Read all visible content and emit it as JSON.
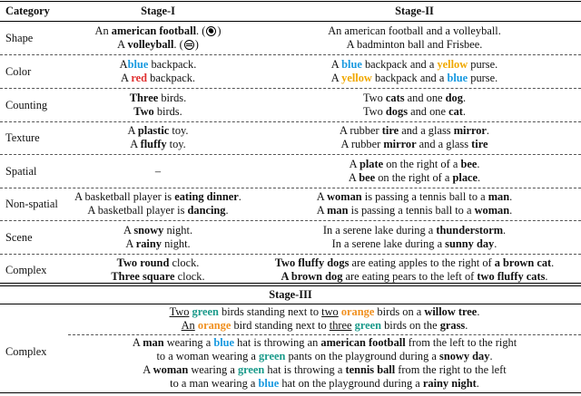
{
  "headers": {
    "category": "Category",
    "stage1": "Stage-I",
    "stage2": "Stage-II",
    "stage3": "Stage-III"
  },
  "rows": [
    {
      "category": "Shape",
      "s1": [
        [
          "An ",
          {
            "b": "american football"
          },
          ". (",
          {
            "icon": "football-icon"
          },
          ")"
        ],
        [
          "A ",
          {
            "b": "volleyball"
          },
          ". (",
          {
            "icon": "volleyball-icon"
          },
          ")"
        ]
      ],
      "s2": [
        [
          "An american football and a volleyball."
        ],
        [
          "A badminton ball and Frisbee."
        ]
      ]
    },
    {
      "category": "Color",
      "s1": [
        [
          "A",
          {
            "c": "blue",
            "t": "blue"
          },
          " backpack."
        ],
        [
          "A ",
          {
            "c": "red",
            "t": "red"
          },
          " backpack."
        ]
      ],
      "s2": [
        [
          "A ",
          {
            "c": "blue",
            "t": "blue"
          },
          " backpack and a ",
          {
            "c": "yellow",
            "t": "yellow"
          },
          " purse."
        ],
        [
          "A ",
          {
            "c": "yellow",
            "t": "yellow"
          },
          " backpack and a ",
          {
            "c": "blue",
            "t": "blue"
          },
          " purse."
        ]
      ]
    },
    {
      "category": "Counting",
      "s1": [
        [
          {
            "b": "Three"
          },
          " birds."
        ],
        [
          {
            "b": "Two"
          },
          " birds."
        ]
      ],
      "s2": [
        [
          "Two ",
          {
            "b": "cats"
          },
          " and one ",
          {
            "b": "dog"
          },
          "."
        ],
        [
          "Two ",
          {
            "b": "dogs"
          },
          " and one ",
          {
            "b": "cat"
          },
          "."
        ]
      ]
    },
    {
      "category": "Texture",
      "s1": [
        [
          "A ",
          {
            "b": "plastic"
          },
          " toy."
        ],
        [
          "A ",
          {
            "b": "fluffy"
          },
          " toy."
        ]
      ],
      "s2": [
        [
          "A rubber ",
          {
            "b": "tire"
          },
          " and a glass ",
          {
            "b": "mirror"
          },
          "."
        ],
        [
          "A rubber ",
          {
            "b": "mirror"
          },
          " and a glass ",
          {
            "b": "tire"
          }
        ]
      ]
    },
    {
      "category": "Spatial",
      "s1": [
        [
          "–"
        ]
      ],
      "s2": [
        [
          "A ",
          {
            "b": "plate"
          },
          " on the right of a ",
          {
            "b": "bee"
          },
          "."
        ],
        [
          "A ",
          {
            "b": "bee"
          },
          " on the right of a ",
          {
            "b": "place"
          },
          "."
        ]
      ]
    },
    {
      "category": "Non-spatial",
      "s1": [
        [
          "A basketball player is ",
          {
            "b": "eating dinner"
          },
          "."
        ],
        [
          "A basketball player is ",
          {
            "b": "dancing"
          },
          "."
        ]
      ],
      "s2": [
        [
          "A ",
          {
            "b": "woman"
          },
          " is passing a tennis ball to a ",
          {
            "b": "man"
          },
          "."
        ],
        [
          "A ",
          {
            "b": "man"
          },
          " is passing a tennis ball to a ",
          {
            "b": "woman"
          },
          "."
        ]
      ]
    },
    {
      "category": "Scene",
      "s1": [
        [
          "A ",
          {
            "b": "snowy"
          },
          " night."
        ],
        [
          "A ",
          {
            "b": "rainy"
          },
          " night."
        ]
      ],
      "s2": [
        [
          "In a serene lake during a ",
          {
            "b": "thunderstorm"
          },
          "."
        ],
        [
          "In a serene lake during a ",
          {
            "b": "sunny day"
          },
          "."
        ]
      ]
    },
    {
      "category": "Complex",
      "s1": [
        [
          {
            "b": "Two round"
          },
          " clock."
        ],
        [
          {
            "b": "Three square"
          },
          " clock."
        ]
      ],
      "s2": [
        [
          {
            "b": "Two fluffy dogs"
          },
          " are eating apples to the right of ",
          {
            "b": "a brown cat"
          },
          "."
        ],
        [
          {
            "b": "A brown dog"
          },
          " are eating pears to the left of ",
          {
            "b": "two fluffy cats"
          },
          "."
        ]
      ]
    }
  ],
  "stage3": {
    "category": "Complex",
    "groupA": [
      [
        {
          "u": "Two"
        },
        " ",
        {
          "c": "green",
          "t": "green"
        },
        " birds standing next to ",
        {
          "u": "two"
        },
        " ",
        {
          "c": "orange",
          "t": "orange"
        },
        " birds on a ",
        {
          "b": "willow tree"
        },
        "."
      ],
      [
        {
          "u": "An"
        },
        " ",
        {
          "c": "orange",
          "t": "orange"
        },
        " bird standing next to ",
        {
          "u": "three"
        },
        " ",
        {
          "c": "green",
          "t": "green"
        },
        " birds on the ",
        {
          "b": "grass"
        },
        "."
      ]
    ],
    "groupB": [
      [
        "A ",
        {
          "b": "man"
        },
        " wearing a ",
        {
          "c": "blue",
          "t": "blue"
        },
        " hat is throwing an ",
        {
          "b": "american football"
        },
        " from the left to the right"
      ],
      [
        "to a woman wearing a ",
        {
          "c": "green",
          "t": "green"
        },
        " pants on the playground during a ",
        {
          "b": "snowy day"
        },
        "."
      ],
      [
        "A ",
        {
          "b": "woman"
        },
        " wearing a ",
        {
          "c": "green",
          "t": "green"
        },
        " hat is throwing a ",
        {
          "b": "tennis ball"
        },
        " from the right to the left"
      ],
      [
        "to a man wearing a ",
        {
          "c": "blue",
          "t": "blue"
        },
        " hat on the playground during a ",
        {
          "b": "rainy night"
        },
        "."
      ]
    ]
  }
}
